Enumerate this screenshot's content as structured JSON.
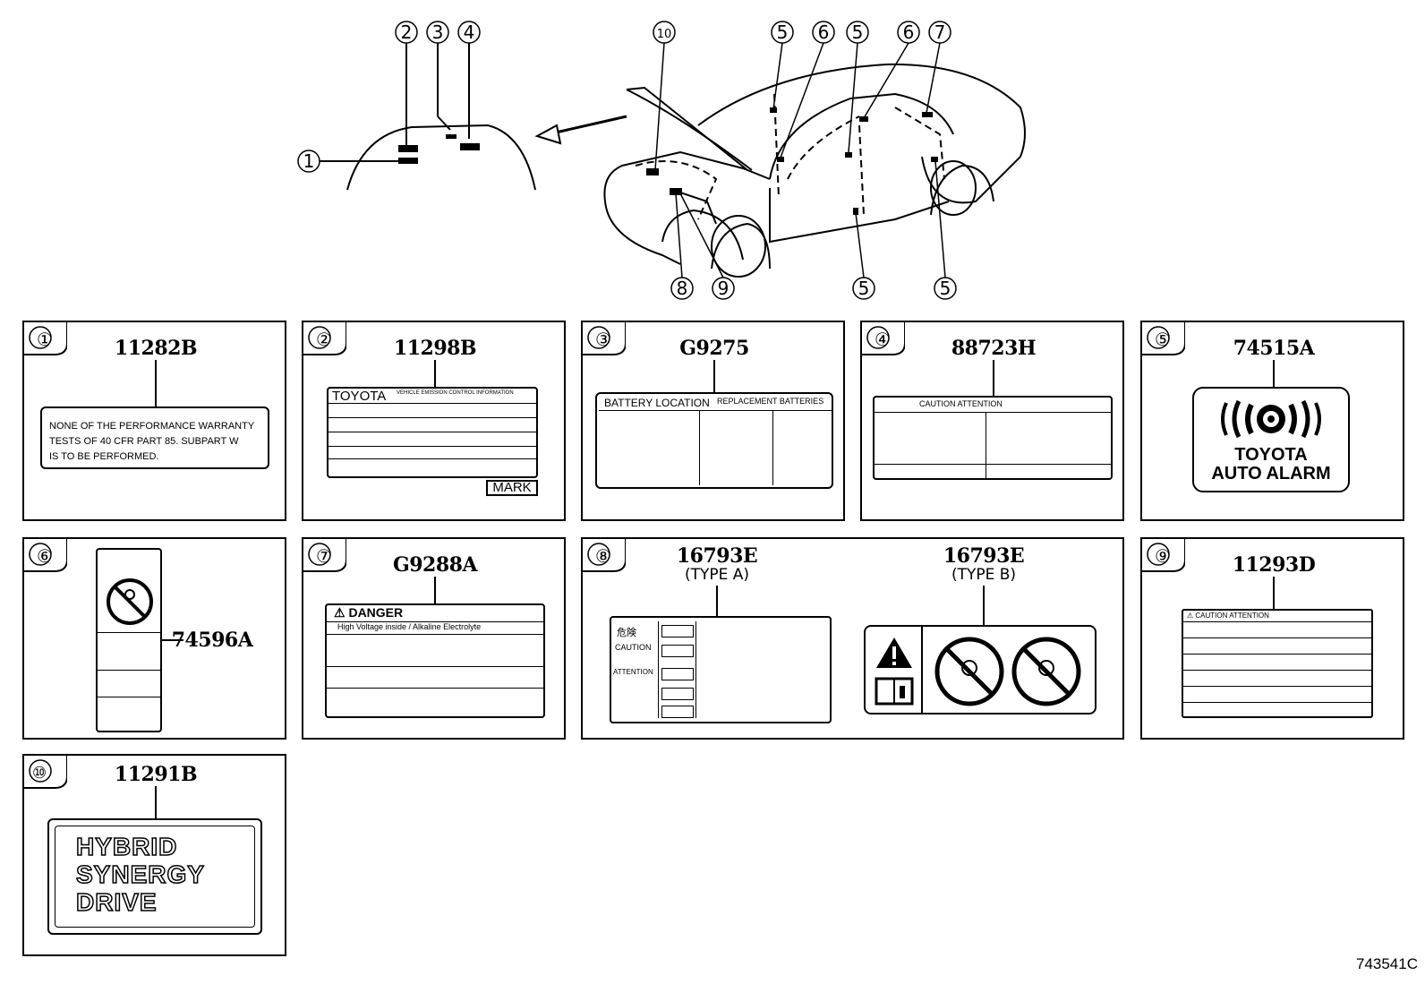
{
  "top": {
    "callouts_left": [
      "①",
      "②",
      "③",
      "④"
    ],
    "callouts_car": [
      "⑩",
      "⑤",
      "⑥",
      "⑤",
      "⑥",
      "⑦",
      "⑧",
      "⑨",
      "⑤",
      "⑤"
    ]
  },
  "panels": [
    {
      "num": "①",
      "part": "11282B",
      "label": {
        "lines": [
          "NONE OF THE PERFORMANCE WARRANTY",
          "TESTS OF 40 CFR PART 85. SUBPART W",
          "IS TO BE PERFORMED."
        ]
      }
    },
    {
      "num": "②",
      "part": "11298B",
      "label": {
        "brand": "TOYOTA",
        "header": "VEHICLE EMISSION CONTROL INFORMATION",
        "mark": "MARK"
      }
    },
    {
      "num": "③",
      "part": "G9275",
      "label": {
        "left_header": "BATTERY LOCATION",
        "right_header": "REPLACEMENT BATTERIES"
      }
    },
    {
      "num": "④",
      "part": "88723H",
      "label": {
        "header": "CAUTION  ATTENTION"
      }
    },
    {
      "num": "⑤",
      "part": "74515A",
      "label": {
        "line1": "TOYOTA",
        "line2": "AUTO ALARM"
      }
    },
    {
      "num": "⑥",
      "part": "74596A"
    },
    {
      "num": "⑦",
      "part": "G9288A",
      "label": {
        "danger": "DANGER",
        "line1": "High Voltage inside / Alkaline Electrolyte"
      }
    },
    {
      "num": "⑧",
      "parts": [
        {
          "part": "16793E",
          "type": "(TYPE A)"
        },
        {
          "part": "16793E",
          "type": "(TYPE B)"
        }
      ],
      "label": {
        "r1": "危険",
        "r2": "CAUTION",
        "r3": "ATTENTION"
      }
    },
    {
      "num": "⑨",
      "part": "11293D",
      "label": {
        "header": "CAUTION ATTENTION"
      }
    },
    {
      "num": "⑩",
      "part": "11291B",
      "label": {
        "line1": "HYBRID",
        "line2": "SYNERGY",
        "line3": "DRIVE"
      }
    }
  ],
  "drawing_no": "743541C"
}
